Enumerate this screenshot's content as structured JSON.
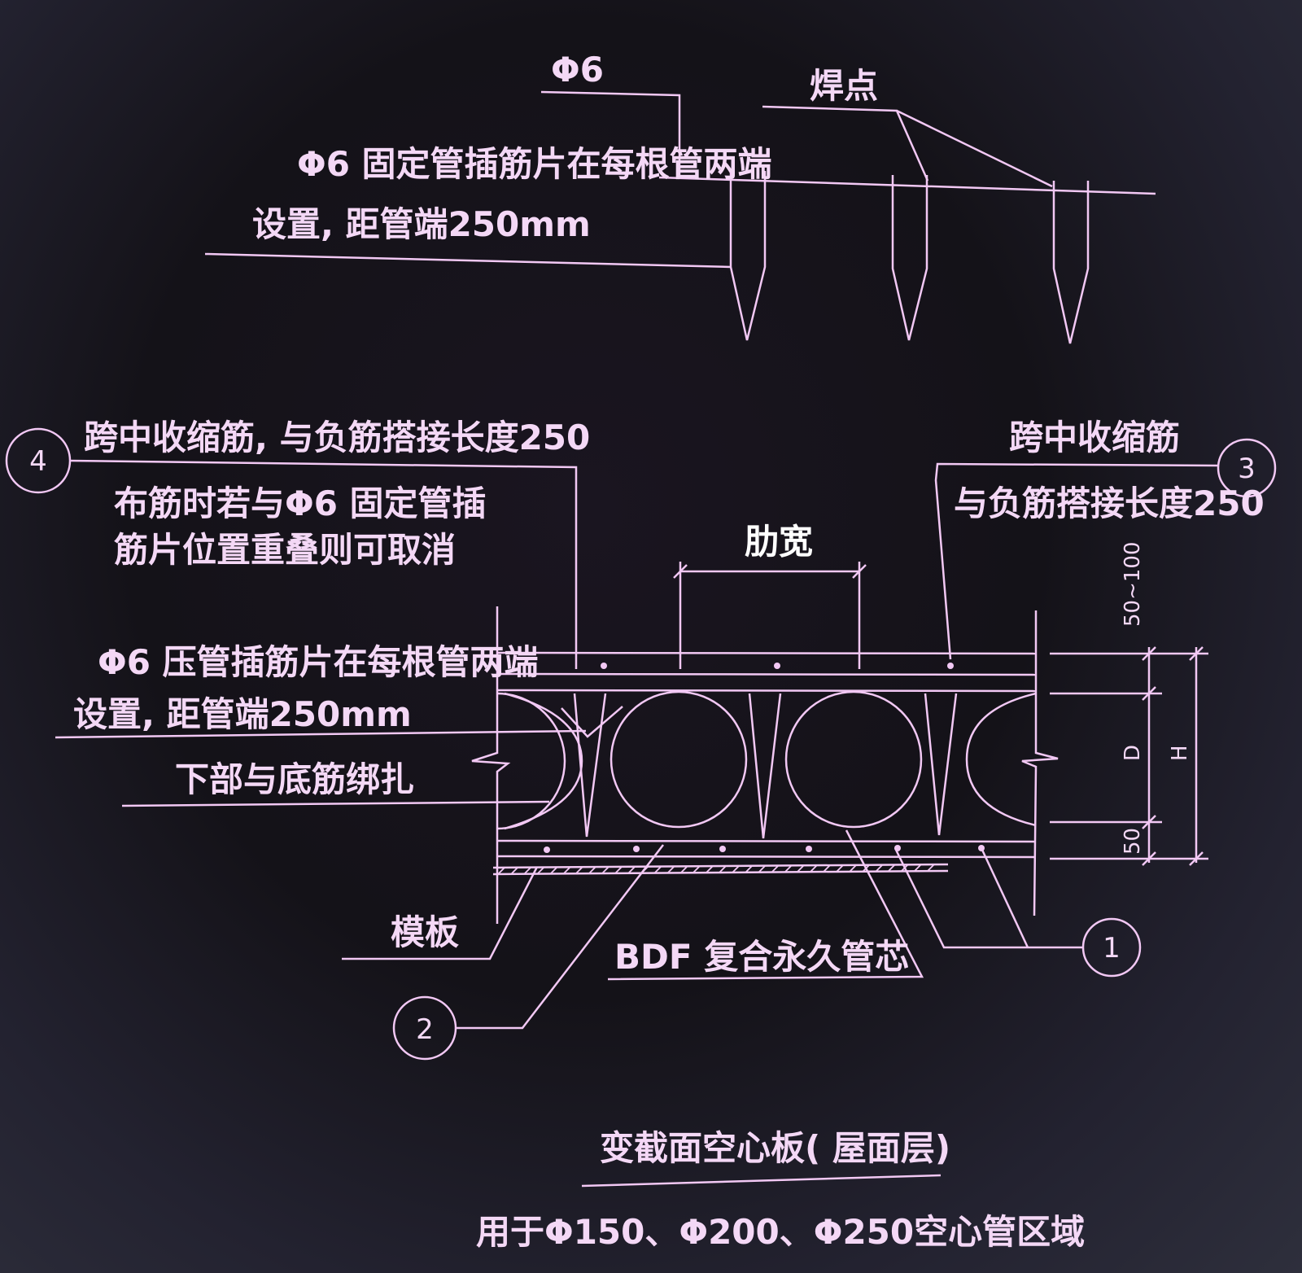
{
  "colors": {
    "line": "#f2c8f4",
    "accent": "#ffffff",
    "background": "#18161c"
  },
  "top_detail": {
    "phi6_label": "Φ6",
    "weld_label": "焊点",
    "fixed_bar_note_line1": "Φ6 固定管插筋片在每根管两端",
    "fixed_bar_note_line2": "设置, 距管端250mm"
  },
  "callout_4": {
    "number": "4",
    "line1": "跨中收缩筋, 与负筋搭接长度250",
    "line2": "布筋时若与Φ6 固定管插",
    "line3": "筋片位置重叠则可取消"
  },
  "callout_3": {
    "number": "3",
    "line1": "跨中收缩筋",
    "line2": "与负筋搭接长度250"
  },
  "rib_width_label": "肋宽",
  "dimensions": {
    "top_cover": "50~100",
    "tube_d": "D",
    "slab_h": "H",
    "bottom_cover": "50"
  },
  "press_bar_note_line1": "Φ6 压管插筋片在每根管两端",
  "press_bar_note_line2": "设置, 距管端250mm",
  "bottom_tie_note": "下部与底筋绑扎",
  "formwork_label": "模板",
  "bdf_label": "BDF 复合永久管芯",
  "callout_1": {
    "number": "1"
  },
  "callout_2": {
    "number": "2"
  },
  "title": {
    "main": "变截面空心板( 屋面层)",
    "sub": "用于Φ150、Φ200、Φ250空心管区域"
  }
}
